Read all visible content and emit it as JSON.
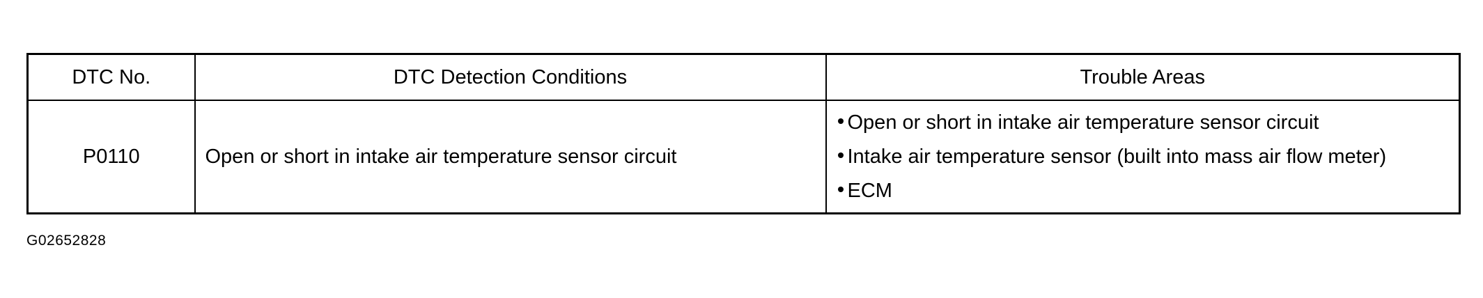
{
  "table": {
    "headers": [
      "DTC No.",
      "DTC Detection Conditions",
      "Trouble Areas"
    ],
    "rows": [
      {
        "code": "P0110",
        "condition": "Open or short in intake air temperature sensor circuit",
        "trouble_areas": [
          "Open or short in intake air temperature sensor circuit",
          "Intake air temperature sensor (built into mass air flow meter)",
          "ECM"
        ]
      }
    ]
  },
  "figure_id": "G02652828"
}
